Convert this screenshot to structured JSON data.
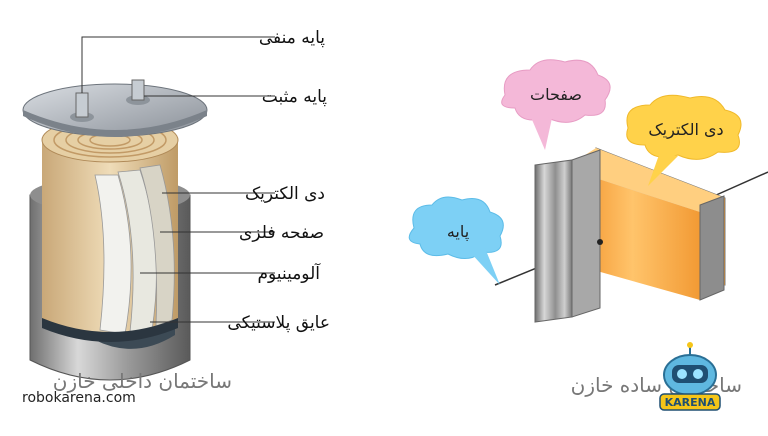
{
  "labels": {
    "negative_terminal": "پایه منفی",
    "positive_terminal": "پایه مثبت",
    "dielectric_left": "دی الکتریک",
    "metal_foil": "صفحه فلزی",
    "aluminum": "آلومینیوم",
    "plastic_insulator": "عایق پلاستیکی",
    "plates": "صفحات",
    "dielectric_right": "دی الکتریک",
    "terminal": "پایه"
  },
  "captions": {
    "internal_structure": "ساختمان داخلی خازن",
    "simple_structure": "ساختمان ساده خازن"
  },
  "website": "robokarena.com",
  "logo_text": "KARENA",
  "colors": {
    "cloud_pink": "#f4b8d8",
    "cloud_yellow": "#ffd24a",
    "cloud_blue": "#7dd0f5",
    "dielectric_orange": "#f5a640",
    "plate_gray": "#9a9a9a"
  }
}
